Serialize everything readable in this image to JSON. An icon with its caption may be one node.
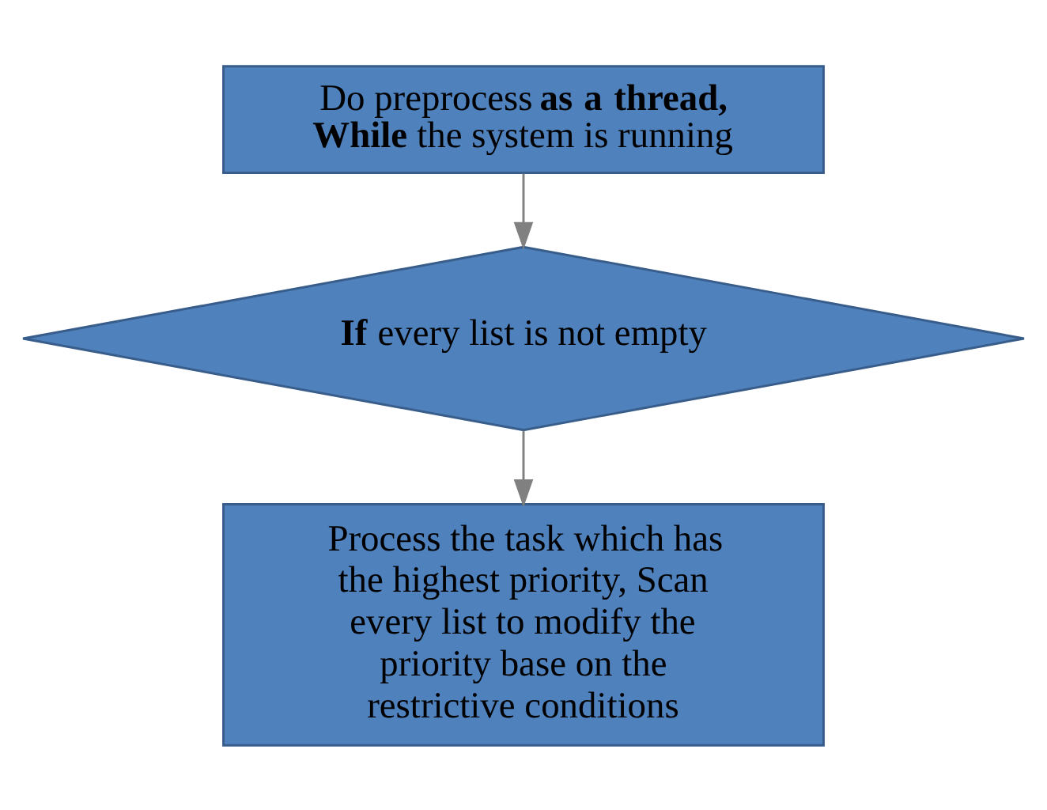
{
  "diagram": {
    "nodes": [
      {
        "text": [
          "Do preprocess **as a thread,** **While** the system is running"
        ]
      },
      {
        "text": [
          "**If** every list is not empty"
        ]
      },
      {
        "text": [
          "Process the task which has the highest priority, Scan every list to modify the priority base on the restrictive conditions"
        ]
      }
    ],
    "edges": [
      {
        "from": 0,
        "to": 1,
        "arrow": "to"
      },
      {
        "from": 1,
        "to": 2,
        "arrow": "to"
      }
    ]
  }
}
